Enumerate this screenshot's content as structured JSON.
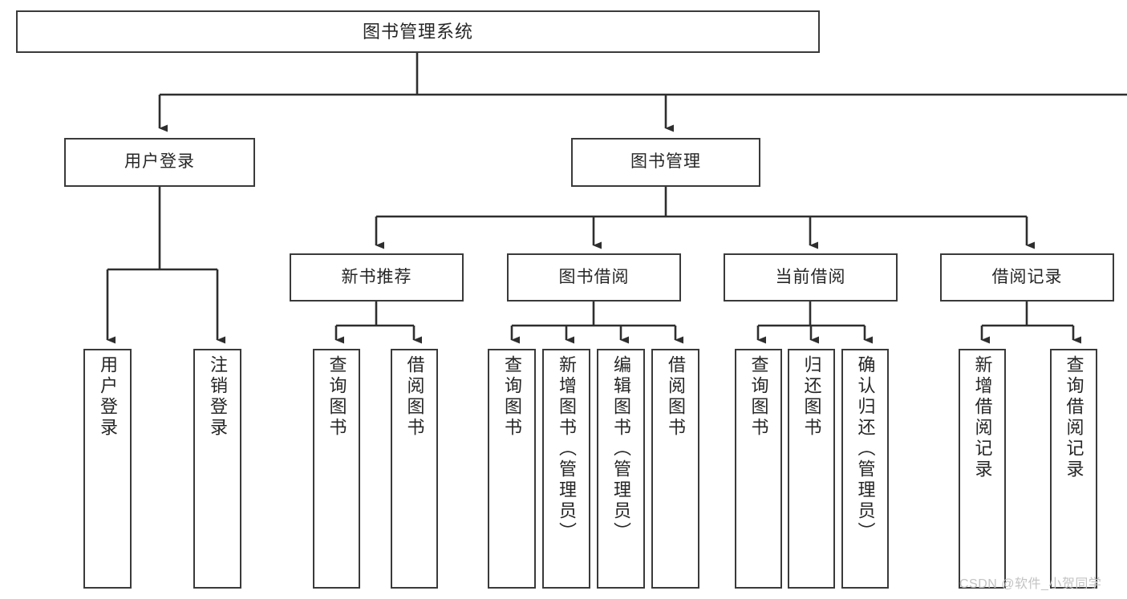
{
  "diagram": {
    "type": "tree-hierarchy",
    "title": "图书管理系统",
    "accent_color": "#3a3a3a",
    "text_color": "#262626",
    "background": "#ffffff",
    "watermark": "CSDN @软件_小贺同学",
    "nodes": {
      "root": {
        "label": "图书管理系统",
        "level": 1
      },
      "l2": [
        {
          "id": "user-login",
          "label": "用户登录",
          "level": 2
        },
        {
          "id": "book-mgmt",
          "label": "图书管理",
          "level": 2
        }
      ],
      "l3": [
        {
          "id": "new-book-rec",
          "label": "新书推荐",
          "level": 3,
          "parent": "book-mgmt"
        },
        {
          "id": "book-borrow",
          "label": "图书借阅",
          "level": 3,
          "parent": "book-mgmt"
        },
        {
          "id": "current-borrow",
          "label": "当前借阅",
          "level": 3,
          "parent": "book-mgmt"
        },
        {
          "id": "borrow-record",
          "label": "借阅记录",
          "level": 3,
          "parent": "book-mgmt"
        }
      ],
      "leaves": [
        {
          "id": "leaf-user-login",
          "label": "用户登录",
          "parent": "user-login"
        },
        {
          "id": "leaf-logout",
          "label": "注销登录",
          "parent": "user-login"
        },
        {
          "id": "leaf-query-book-1",
          "label": "查询图书",
          "parent": "new-book-rec"
        },
        {
          "id": "leaf-borrow-book-1",
          "label": "借阅图书",
          "parent": "new-book-rec"
        },
        {
          "id": "leaf-query-book-2",
          "label": "查询图书",
          "parent": "book-borrow"
        },
        {
          "id": "leaf-add-book",
          "label": "新增图书（管理员）",
          "parent": "book-borrow"
        },
        {
          "id": "leaf-edit-book",
          "label": "编辑图书（管理员）",
          "parent": "book-borrow"
        },
        {
          "id": "leaf-borrow-book-2",
          "label": "借阅图书",
          "parent": "book-borrow"
        },
        {
          "id": "leaf-query-book-3",
          "label": "查询图书",
          "parent": "current-borrow"
        },
        {
          "id": "leaf-return-book",
          "label": "归还图书",
          "parent": "current-borrow"
        },
        {
          "id": "leaf-confirm-return",
          "label": "确认归还（管理员）",
          "parent": "current-borrow"
        },
        {
          "id": "leaf-add-record",
          "label": "新增借阅记录",
          "parent": "borrow-record"
        },
        {
          "id": "leaf-query-record",
          "label": "查询借阅记录",
          "parent": "borrow-record"
        }
      ]
    }
  }
}
